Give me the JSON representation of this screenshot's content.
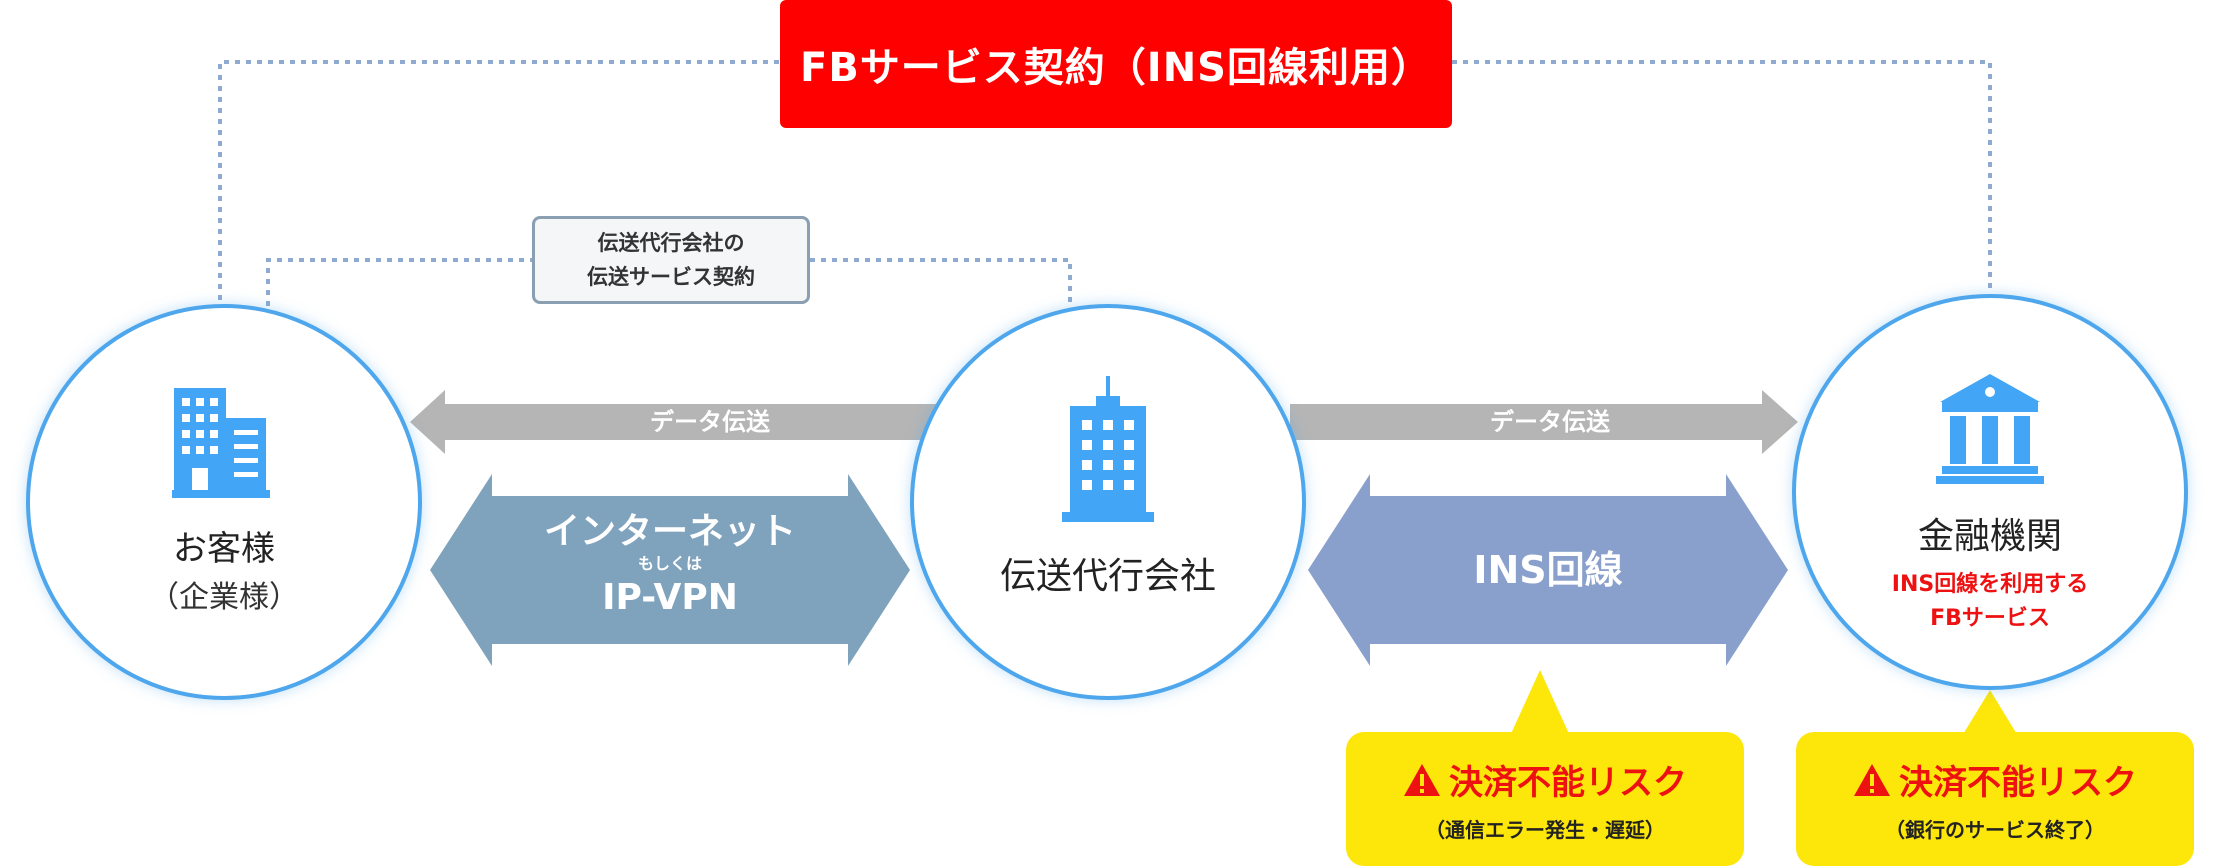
{
  "contracts": {
    "fb_service": "FBサービス契約（INS回線利用）",
    "transfer_line1": "伝送代行会社の",
    "transfer_line2": "伝送サービス契約"
  },
  "nodes": {
    "customer": {
      "label": "お客様",
      "sub": "（企業様）",
      "icon": "office-buildings-icon"
    },
    "transfer_agent": {
      "label": "伝送代行会社",
      "icon": "tower-building-icon"
    },
    "bank": {
      "label": "金融機関",
      "sub_line1": "INS回線を利用する",
      "sub_line2": "FBサービス",
      "icon": "bank-icon"
    }
  },
  "arrows": {
    "data_left": "データ伝送",
    "data_right": "データ伝送",
    "internet_line1": "インターネット",
    "internet_line2": "もしくは",
    "internet_line3": "IP-VPN",
    "ins_line": "INS回線"
  },
  "risks": {
    "ins": {
      "title": "決済不能リスク",
      "detail": "（通信エラー発生・遅延）"
    },
    "bank": {
      "title": "決済不能リスク",
      "detail": "（銀行のサービス終了）"
    }
  },
  "colors": {
    "red": "#ff0000",
    "circle_border": "#4ea6ec",
    "icon_blue": "#42a5f5",
    "gray_arrow": "#b5b5b5",
    "internet_arrow": "#7fa3bd",
    "ins_arrow": "#8aa0cc",
    "risk_yellow": "#fde60a",
    "dotted_line": "#8eaad0"
  }
}
